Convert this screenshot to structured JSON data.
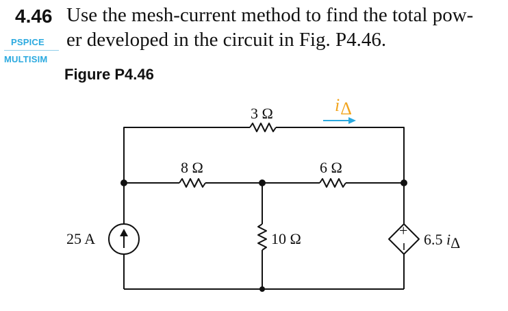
{
  "problem": {
    "number": "4.46",
    "line1": "Use the mesh-current method to find the total pow-",
    "line2": "er developed in the circuit in Fig. P4.46.",
    "tags": [
      "PSPICE",
      "MULTISIM"
    ]
  },
  "figure": {
    "title": "Figure P4.46",
    "labels": {
      "r_top": "3 Ω",
      "r_left": "8 Ω",
      "r_right": "6 Ω",
      "r_mid": "10 Ω",
      "current_source": "25 A",
      "dependent_source": "6.5 ",
      "dependent_var": "i",
      "dependent_sub": "Δ",
      "ia_var": "i",
      "ia_sub": "Δ",
      "plus": "+"
    },
    "colors": {
      "wire": "#111111",
      "accent_blue": "#2aa9df",
      "accent_orange": "#f2a51f"
    }
  }
}
